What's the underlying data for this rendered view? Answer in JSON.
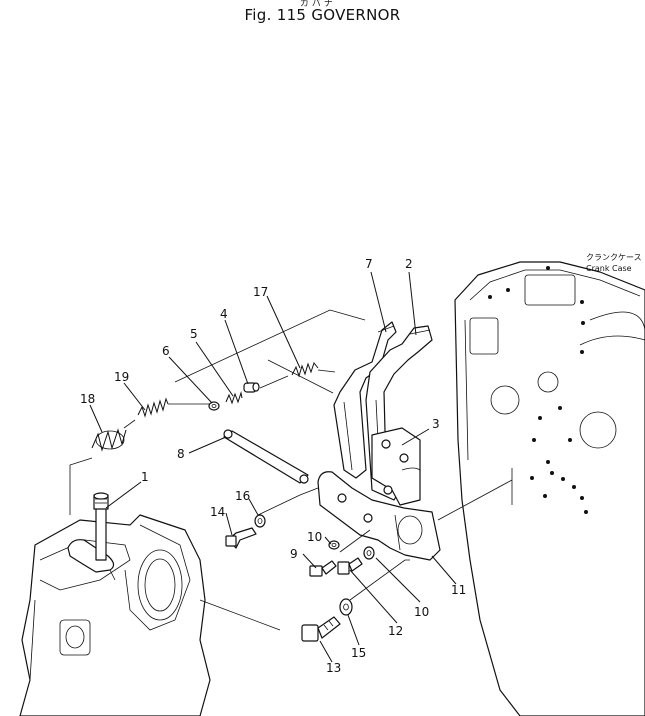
{
  "figure": {
    "title": "Fig. 115  GOVERNOR",
    "furigana": "ガ バ ナ"
  },
  "callouts": {
    "c1": "1",
    "c2": "2",
    "c3": "3",
    "c4": "4",
    "c5": "5",
    "c6": "6",
    "c7": "7",
    "c8": "8",
    "c9": "9",
    "c10a": "10",
    "c10b": "10",
    "c11": "11",
    "c12": "12",
    "c13": "13",
    "c14": "14",
    "c15": "15",
    "c16": "16",
    "c17": "17",
    "c18": "18",
    "c19": "19"
  },
  "crankcase": {
    "label_jp": "クランクケース",
    "label_en": "Crank Case"
  }
}
